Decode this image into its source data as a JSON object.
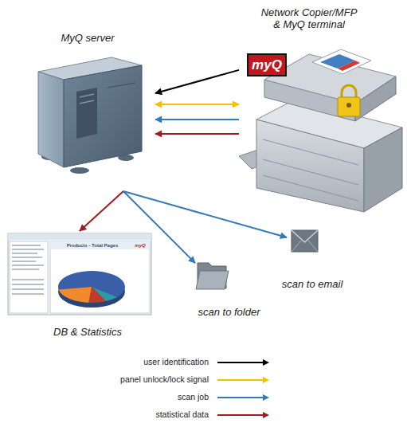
{
  "diagram": {
    "nodes": [
      {
        "text": [
          "MyQ server"
        ]
      },
      {
        "text": [
          "Network Copier/MFP & MyQ terminal"
        ]
      },
      {
        "text": [
          "DB & Statistics"
        ]
      },
      {
        "text": [
          "scan to folder"
        ]
      },
      {
        "text": [
          "scan to email"
        ]
      }
    ],
    "edges": [
      {
        "from": 1,
        "to": 0,
        "arrow": "to"
      },
      {
        "from": 1,
        "to": 0,
        "arrow": "both"
      },
      {
        "from": 1,
        "to": 0,
        "arrow": "to"
      },
      {
        "from": 1,
        "to": 0,
        "arrow": "to"
      },
      {
        "from": 0,
        "to": 2,
        "arrow": "to"
      },
      {
        "from": 0,
        "to": 3,
        "arrow": "to"
      },
      {
        "from": 0,
        "to": 4,
        "arrow": "to"
      }
    ],
    "labels": [
      "myQ",
      "Products - Total Pages",
      "myQ"
    ],
    "legend": [
      {
        "text": "user identification",
        "color": "#000000"
      },
      {
        "text": "panel unlock/lock signal",
        "color": "#f2c000"
      },
      {
        "text": "scan job",
        "color": "#3579b8"
      },
      {
        "text": "statistical data",
        "color": "#9e1b22"
      }
    ]
  }
}
